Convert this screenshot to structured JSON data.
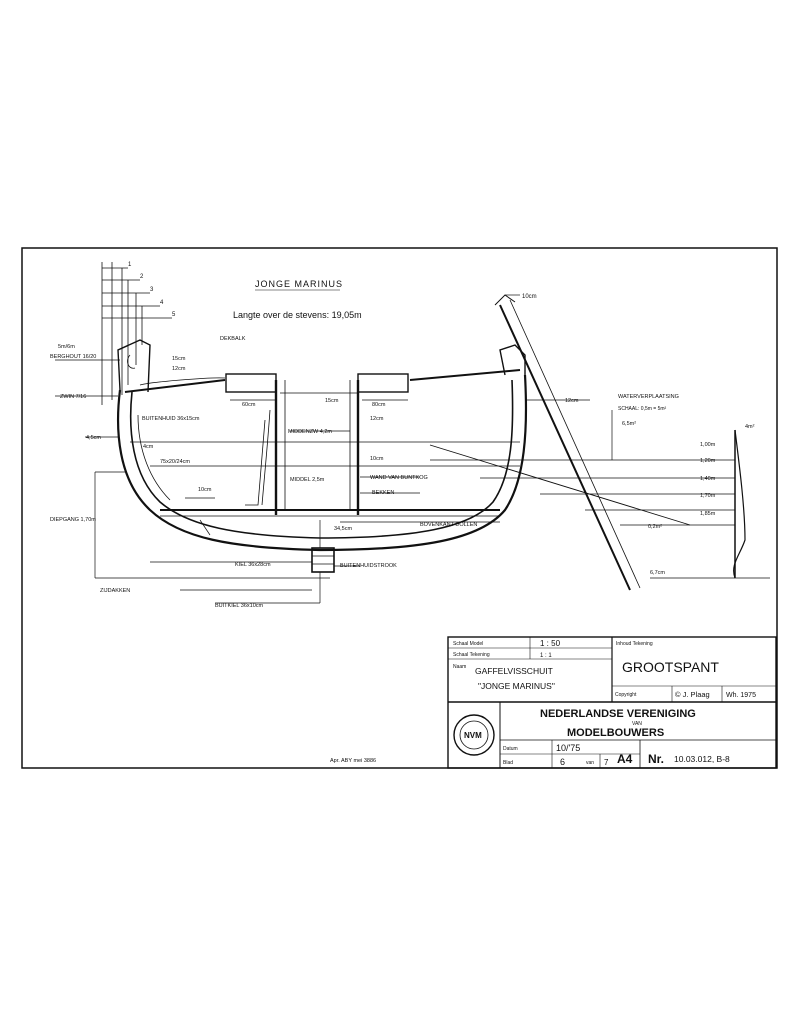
{
  "drawing": {
    "name": "JONGE MARINUS",
    "subtitle": "Langte over de stevens: 19,05m",
    "labels": {
      "d_10cm_top": "10cm",
      "d_5m_foto": "5m/6m",
      "d_berghout": "BERGHOUT 16/20",
      "d_zwin": "ZWIN 7/16",
      "d_15cm": "15cm",
      "d_12cm": "12cm",
      "d_dekbalk": "DEKBALK",
      "d_buitenhuid": "BUITENHUID 36x15cm",
      "d_4_5cm": "4,5cm",
      "d_4cm": "4cm",
      "d_75cm": "75x20/24cm",
      "d_10cm_inner": "10cm",
      "d_diepgang": "DIEPGANG 1,70m",
      "d_60cm": "60cm",
      "d_80cm": "80cm",
      "d_15cm_mid": "15cm",
      "d_middenzw": "MIDDENZW 4,2m",
      "d_12cm_mid": "12cm",
      "d_middel": "MIDDEL 2,5m",
      "d_10cm_mid": "10cm",
      "d_wand": "WAND VAN BUNTKOG",
      "d_bekken": "BEKKEN",
      "d_bovenkant": "BOVENKANT DOLLEN",
      "d_34cm": "34,5cm",
      "d_kiel": "KIEL 36x28cm",
      "d_buitenhuid_bot": "BUITENHUIDSTROOK",
      "d_zeilvakken": "ZIJDAKKEN",
      "d_buitkiel": "BUITKIEL 36x10cm",
      "d_12cm_right": "12cm",
      "d_10cm_right": "10cm",
      "d_waterverpl": "WATERVERPLAATSING",
      "d_schaal": "SCHAAL: 0,5m = 5m²",
      "d_m2": "6,5m²",
      "d_1_00": "1,00m",
      "d_1_20": "1,20m",
      "d_1_40": "1,40m",
      "d_1_70": "1,70m",
      "d_1_85": "1,85m",
      "d_0_2m": "0,2m²",
      "d_6_7": "6,7cm",
      "d_4m": "4m²",
      "d_ref": "Apr. ABY   mei 3886"
    },
    "left_scale": [
      "1",
      "2",
      "3",
      "4",
      "5"
    ]
  },
  "titleblock": {
    "scale_label": "Schaal Model",
    "scale_value": "1 : 50",
    "drawing_label": "Schaal Tekening",
    "drawing_value": "1 : 1",
    "model_label": "Naam",
    "model_name_1": "GAFFELVISSCHUIT",
    "model_name_2": "\"JONGE MARINUS\"",
    "sheet_label": "Inhoud Tekening",
    "sheet_title": "GROOTSPANT",
    "copyright_label": "Copyright",
    "author": "© J. Plaag",
    "year": "Wh. 1975",
    "org_line1": "NEDERLANDSE VERENIGING",
    "org_line2": "VAN",
    "org_line3": "MODELBOUWERS",
    "logo_text": "NVM",
    "date_label": "Datum",
    "date_value": "10/'75",
    "blad_label": "Blad",
    "blad_value": "6",
    "van_label": "van",
    "van_value": "7",
    "format": "A4",
    "nr_label": "Nr.",
    "nr_value": "10.03.012, B-8"
  }
}
